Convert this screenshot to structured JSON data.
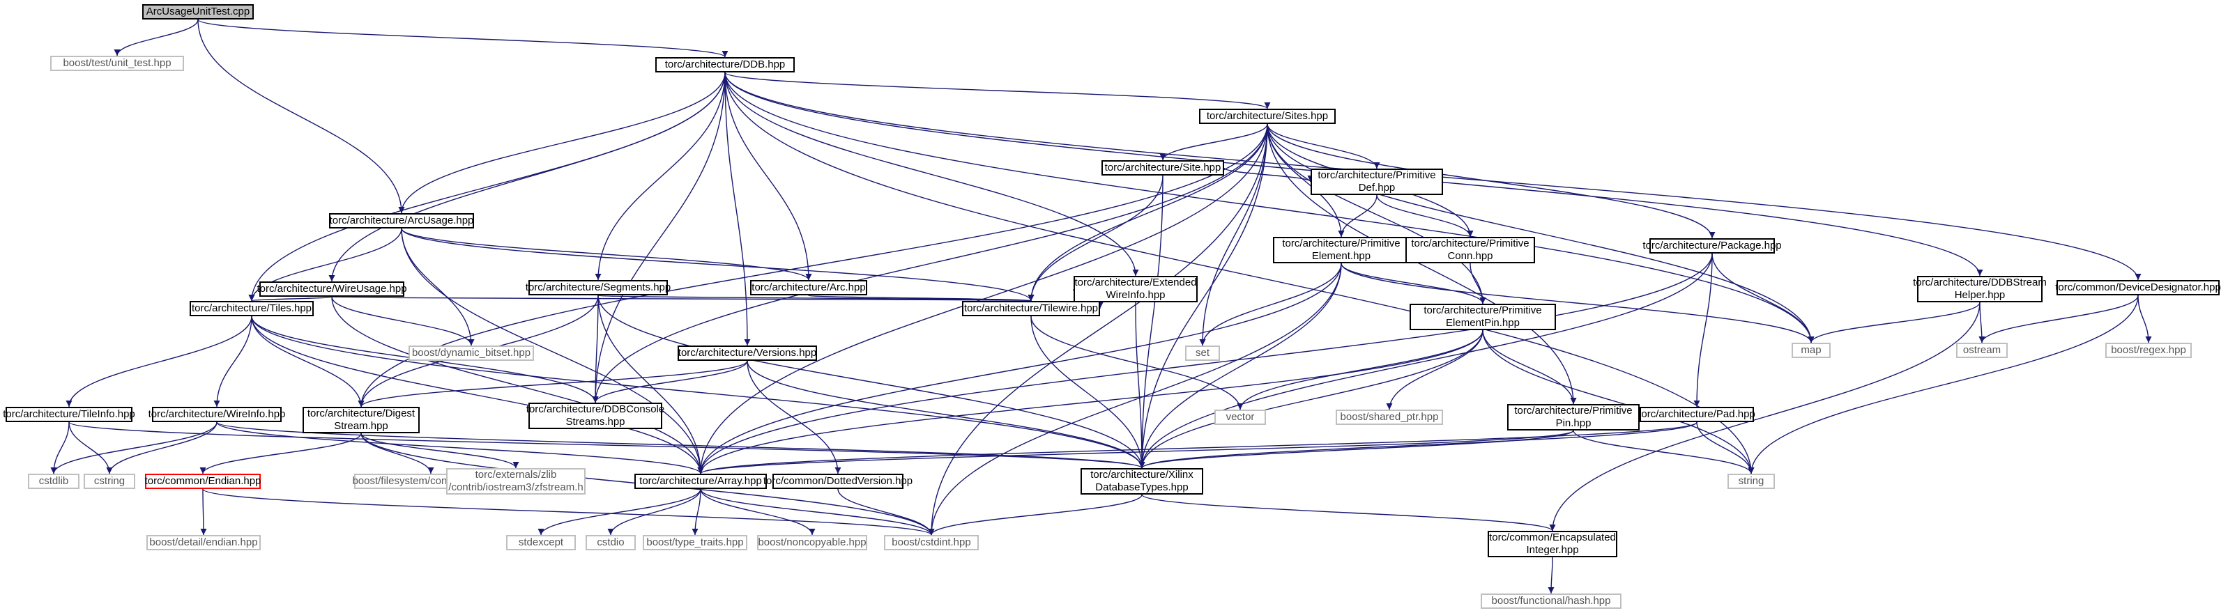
{
  "colors": {
    "edge": "#191970",
    "node_border": "#000000",
    "ext_border": "#bfbfbf",
    "root_fill": "#bfbfbf",
    "red_border": "#ff0000"
  },
  "nodes": [
    {
      "id": "arcusageunittest",
      "label": "ArcUsageUnitTest.cpp",
      "kind": "root"
    },
    {
      "id": "boost_unit_test",
      "label": "boost/test/unit_test.hpp",
      "kind": "ext"
    },
    {
      "id": "ddb",
      "label": "torc/architecture/DDB.hpp",
      "kind": "int"
    },
    {
      "id": "sites",
      "label": "torc/architecture/Sites.hpp",
      "kind": "int"
    },
    {
      "id": "site",
      "label": "torc/architecture/Site.hpp",
      "kind": "int"
    },
    {
      "id": "prim_def",
      "label": "torc/architecture/Primitive\nDef.hpp",
      "kind": "int"
    },
    {
      "id": "prim_element",
      "label": "torc/architecture/Primitive\nElement.hpp",
      "kind": "int"
    },
    {
      "id": "prim_conn",
      "label": "torc/architecture/Primitive\nConn.hpp",
      "kind": "int"
    },
    {
      "id": "prim_elem_pin",
      "label": "torc/architecture/Primitive\nElementPin.hpp",
      "kind": "int"
    },
    {
      "id": "prim_pin",
      "label": "torc/architecture/Primitive\nPin.hpp",
      "kind": "int"
    },
    {
      "id": "package",
      "label": "torc/architecture/Package.hpp",
      "kind": "int"
    },
    {
      "id": "pad",
      "label": "torc/architecture/Pad.hpp",
      "kind": "int"
    },
    {
      "id": "arcusage",
      "label": "torc/architecture/ArcUsage.hpp",
      "kind": "int"
    },
    {
      "id": "wireusage",
      "label": "torc/architecture/WireUsage.hpp",
      "kind": "int"
    },
    {
      "id": "segments",
      "label": "torc/architecture/Segments.hpp",
      "kind": "int"
    },
    {
      "id": "arc",
      "label": "torc/architecture/Arc.hpp",
      "kind": "int"
    },
    {
      "id": "ext_wireinfo",
      "label": "torc/architecture/Extended\nWireInfo.hpp",
      "kind": "int"
    },
    {
      "id": "tilewire",
      "label": "torc/architecture/Tilewire.hpp",
      "kind": "int"
    },
    {
      "id": "tiles",
      "label": "torc/architecture/Tiles.hpp",
      "kind": "int"
    },
    {
      "id": "versions",
      "label": "torc/architecture/Versions.hpp",
      "kind": "int"
    },
    {
      "id": "ddbstream",
      "label": "torc/architecture/DDBStream\nHelper.hpp",
      "kind": "int"
    },
    {
      "id": "devicedesignator",
      "label": "torc/common/DeviceDesignator.hpp",
      "kind": "int"
    },
    {
      "id": "tileinfo",
      "label": "torc/architecture/TileInfo.hpp",
      "kind": "int"
    },
    {
      "id": "wireinfo",
      "label": "torc/architecture/WireInfo.hpp",
      "kind": "int"
    },
    {
      "id": "digest",
      "label": "torc/architecture/Digest\nStream.hpp",
      "kind": "int"
    },
    {
      "id": "ddbconsole",
      "label": "torc/architecture/DDBConsole\nStreams.hpp",
      "kind": "int"
    },
    {
      "id": "xilinx_types",
      "label": "torc/architecture/Xilinx\nDatabaseTypes.hpp",
      "kind": "int"
    },
    {
      "id": "array",
      "label": "torc/architecture/Array.hpp",
      "kind": "int"
    },
    {
      "id": "endian",
      "label": "torc/common/Endian.hpp",
      "kind": "red"
    },
    {
      "id": "dotted",
      "label": "torc/common/DottedVersion.hpp",
      "kind": "int"
    },
    {
      "id": "encap",
      "label": "torc/common/Encapsulated\nInteger.hpp",
      "kind": "int"
    },
    {
      "id": "dyn_bitset",
      "label": "boost/dynamic_bitset.hpp",
      "kind": "ext"
    },
    {
      "id": "set",
      "label": "set",
      "kind": "ext"
    },
    {
      "id": "map",
      "label": "map",
      "kind": "ext"
    },
    {
      "id": "vector",
      "label": "vector",
      "kind": "ext"
    },
    {
      "id": "shared_ptr",
      "label": "boost/shared_ptr.hpp",
      "kind": "ext"
    },
    {
      "id": "string",
      "label": "string",
      "kind": "ext"
    },
    {
      "id": "ostream",
      "label": "ostream",
      "kind": "ext"
    },
    {
      "id": "regex",
      "label": "boost/regex.hpp",
      "kind": "ext"
    },
    {
      "id": "cstdlib",
      "label": "cstdlib",
      "kind": "ext"
    },
    {
      "id": "cstring",
      "label": "cstring",
      "kind": "ext"
    },
    {
      "id": "fs_conv",
      "label": "boost/filesystem/convenience.hpp",
      "kind": "ext"
    },
    {
      "id": "zfstream",
      "label": "torc/externals/zlib\n/contrib/iostream3/zfstream.h",
      "kind": "ext"
    },
    {
      "id": "stdexcept",
      "label": "stdexcept",
      "kind": "ext"
    },
    {
      "id": "cstdio",
      "label": "cstdio",
      "kind": "ext"
    },
    {
      "id": "type_traits",
      "label": "boost/type_traits.hpp",
      "kind": "ext"
    },
    {
      "id": "noncopyable",
      "label": "boost/noncopyable.hpp",
      "kind": "ext"
    },
    {
      "id": "cstdint",
      "label": "boost/cstdint.hpp",
      "kind": "ext"
    },
    {
      "id": "detail_endian",
      "label": "boost/detail/endian.hpp",
      "kind": "ext"
    },
    {
      "id": "func_hash",
      "label": "boost/functional/hash.hpp",
      "kind": "ext"
    }
  ],
  "edges": [
    [
      "arcusageunittest",
      "boost_unit_test"
    ],
    [
      "arcusageunittest",
      "ddb"
    ],
    [
      "arcusageunittest",
      "arcusage"
    ],
    [
      "ddb",
      "sites"
    ],
    [
      "ddb",
      "arcusage"
    ],
    [
      "ddb",
      "wireusage"
    ],
    [
      "ddb",
      "segments"
    ],
    [
      "ddb",
      "arc"
    ],
    [
      "ddb",
      "ext_wireinfo"
    ],
    [
      "ddb",
      "tiles"
    ],
    [
      "ddb",
      "versions"
    ],
    [
      "ddb",
      "ddbconsole"
    ],
    [
      "ddb",
      "ddbstream"
    ],
    [
      "ddb",
      "devicedesignator"
    ],
    [
      "ddb",
      "map"
    ],
    [
      "ddb",
      "string"
    ],
    [
      "sites",
      "site"
    ],
    [
      "sites",
      "prim_def"
    ],
    [
      "sites",
      "prim_element"
    ],
    [
      "sites",
      "prim_conn"
    ],
    [
      "sites",
      "prim_elem_pin"
    ],
    [
      "sites",
      "prim_pin"
    ],
    [
      "sites",
      "package"
    ],
    [
      "sites",
      "tilewire"
    ],
    [
      "sites",
      "array"
    ],
    [
      "sites",
      "xilinx_types"
    ],
    [
      "sites",
      "ddbconsole"
    ],
    [
      "sites",
      "digest"
    ],
    [
      "sites",
      "set"
    ],
    [
      "sites",
      "map"
    ],
    [
      "sites",
      "cstdint"
    ],
    [
      "site",
      "prim_def"
    ],
    [
      "site",
      "tilewire"
    ],
    [
      "site",
      "xilinx_types"
    ],
    [
      "prim_def",
      "prim_element"
    ],
    [
      "prim_def",
      "prim_conn"
    ],
    [
      "prim_element",
      "set"
    ],
    [
      "prim_element",
      "map"
    ],
    [
      "prim_element",
      "prim_elem_pin"
    ],
    [
      "prim_element",
      "array"
    ],
    [
      "prim_element",
      "xilinx_types"
    ],
    [
      "prim_element",
      "cstdint"
    ],
    [
      "prim_conn",
      "prim_elem_pin"
    ],
    [
      "prim_elem_pin",
      "vector"
    ],
    [
      "prim_elem_pin",
      "shared_ptr"
    ],
    [
      "prim_elem_pin",
      "prim_pin"
    ],
    [
      "prim_elem_pin",
      "array"
    ],
    [
      "prim_elem_pin",
      "xilinx_types"
    ],
    [
      "prim_elem_pin",
      "string"
    ],
    [
      "prim_pin",
      "xilinx_types"
    ],
    [
      "prim_pin",
      "string"
    ],
    [
      "prim_pin",
      "array"
    ],
    [
      "package",
      "pad"
    ],
    [
      "package",
      "map"
    ],
    [
      "package",
      "array"
    ],
    [
      "package",
      "xilinx_types"
    ],
    [
      "pad",
      "xilinx_types"
    ],
    [
      "pad",
      "string"
    ],
    [
      "pad",
      "array"
    ],
    [
      "arcusage",
      "tiles"
    ],
    [
      "arcusage",
      "arc"
    ],
    [
      "arcusage",
      "dyn_bitset"
    ],
    [
      "arcusage",
      "tilewire"
    ],
    [
      "arcusage",
      "array"
    ],
    [
      "wireusage",
      "tiles"
    ],
    [
      "wireusage",
      "dyn_bitset"
    ],
    [
      "wireusage",
      "tilewire"
    ],
    [
      "wireusage",
      "array"
    ],
    [
      "segments",
      "tilewire"
    ],
    [
      "segments",
      "ddbconsole"
    ],
    [
      "segments",
      "digest"
    ],
    [
      "segments",
      "array"
    ],
    [
      "segments",
      "xilinx_types"
    ],
    [
      "arc",
      "tilewire"
    ],
    [
      "ext_wireinfo",
      "tilewire"
    ],
    [
      "ext_wireinfo",
      "xilinx_types"
    ],
    [
      "tilewire",
      "vector"
    ],
    [
      "tilewire",
      "xilinx_types"
    ],
    [
      "tiles",
      "tileinfo"
    ],
    [
      "tiles",
      "wireinfo"
    ],
    [
      "tiles",
      "digest"
    ],
    [
      "tiles",
      "ddbconsole"
    ],
    [
      "tiles",
      "array"
    ],
    [
      "tiles",
      "xilinx_types"
    ],
    [
      "versions",
      "ddbconsole"
    ],
    [
      "versions",
      "digest"
    ],
    [
      "versions",
      "dotted"
    ],
    [
      "versions",
      "xilinx_types"
    ],
    [
      "ddbstream",
      "map"
    ],
    [
      "ddbstream",
      "ostream"
    ],
    [
      "ddbstream",
      "encap"
    ],
    [
      "devicedesignator",
      "ostream"
    ],
    [
      "devicedesignator",
      "regex"
    ],
    [
      "devicedesignator",
      "string"
    ],
    [
      "tileinfo",
      "cstdlib"
    ],
    [
      "tileinfo",
      "cstring"
    ],
    [
      "tileinfo",
      "xilinx_types"
    ],
    [
      "wireinfo",
      "cstdlib"
    ],
    [
      "wireinfo",
      "cstring"
    ],
    [
      "wireinfo",
      "array"
    ],
    [
      "wireinfo",
      "xilinx_types"
    ],
    [
      "digest",
      "endian"
    ],
    [
      "digest",
      "fs_conv"
    ],
    [
      "digest",
      "zfstream"
    ],
    [
      "digest",
      "cstdint"
    ],
    [
      "xilinx_types",
      "cstdint"
    ],
    [
      "xilinx_types",
      "encap"
    ],
    [
      "array",
      "stdexcept"
    ],
    [
      "array",
      "cstdio"
    ],
    [
      "array",
      "type_traits"
    ],
    [
      "array",
      "noncopyable"
    ],
    [
      "array",
      "cstdint"
    ],
    [
      "endian",
      "detail_endian"
    ],
    [
      "endian",
      "cstdint"
    ],
    [
      "dotted",
      "cstdint"
    ],
    [
      "encap",
      "func_hash"
    ]
  ]
}
